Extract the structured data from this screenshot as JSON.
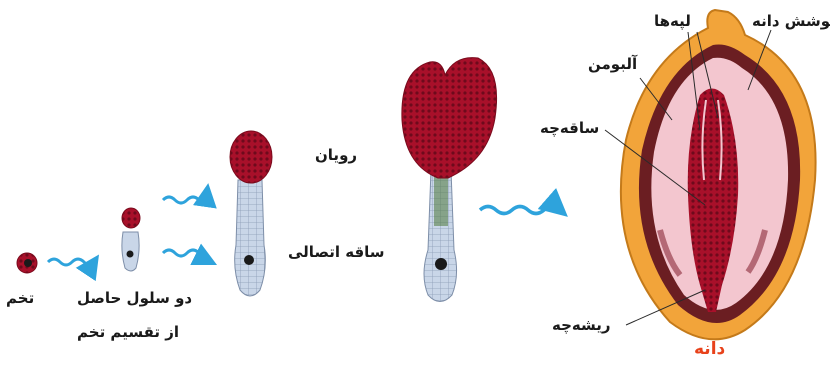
{
  "labels": {
    "egg": "تخم",
    "two_cells_line1": "دو سلول حاصل",
    "two_cells_line2": "از تقسیم تخم",
    "embryo": "رویان",
    "suspensor": "ساقه اتصالی",
    "seed_coat": "پوشش دانه",
    "cotyledons": "لپه‌ها",
    "endosperm": "آلبومن",
    "hypocotyl": "ساقه‌چه",
    "radicle": "ریشه‌چه",
    "seed": "دانه"
  },
  "colors": {
    "embryo_red": "#a8102a",
    "cell_blue": "#c9d6e8",
    "arrow_blue": "#2ea3dc",
    "seed_coat_orange": "#f2a43a",
    "seed_inner_dark": "#6b1e22",
    "endosperm_pink": "#f3c6cf",
    "title_orange": "#e8421b"
  }
}
